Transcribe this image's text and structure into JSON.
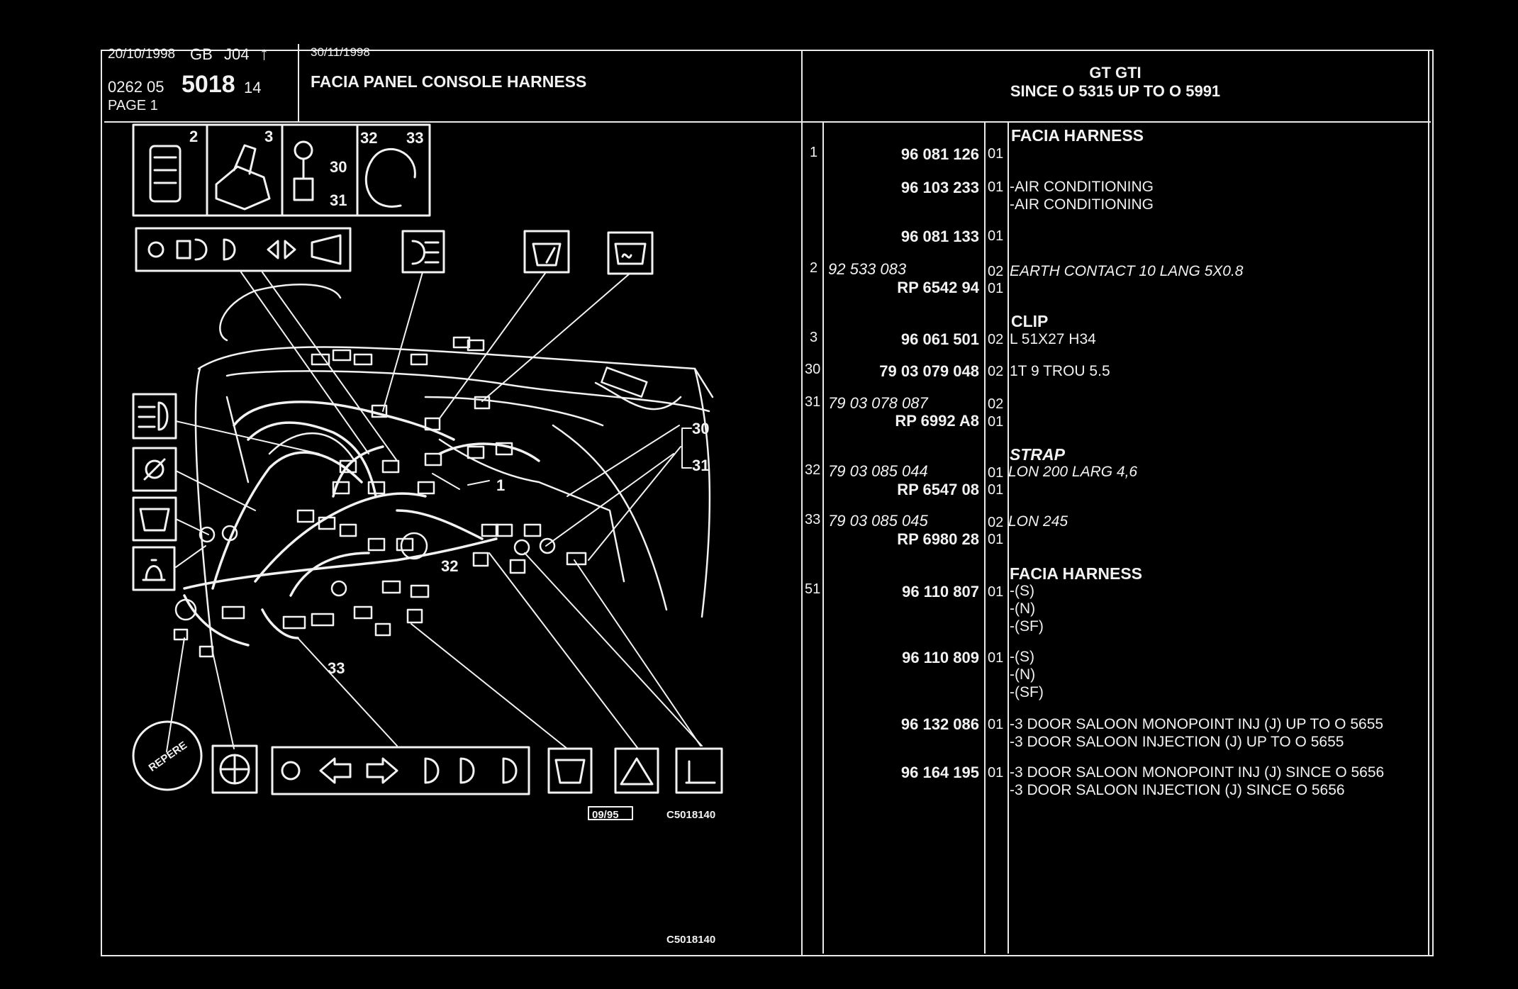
{
  "header": {
    "date1": "20/10/1998",
    "lang": "GB",
    "code": "J04",
    "arrow": "↑",
    "ref_prefix": "0262 05",
    "ref_main": "5018",
    "ref_suffix": "14",
    "page": "PAGE 1",
    "date2": "30/11/1998",
    "title": "FACIA PANEL CONSOLE HARNESS",
    "model": "GT GTI",
    "range": "SINCE O  5315 UP  TO  O  5991"
  },
  "diagram": {
    "callouts": {
      "c2": "2",
      "c3": "3",
      "c32": "32",
      "c33": "33",
      "c30a": "30",
      "c31a": "31",
      "c30b": "30",
      "c31b": "31",
      "c1": "1",
      "c32b": "32",
      "c33b": "33"
    },
    "stamp_date": "09/95",
    "stamp_ref": "C5018140",
    "bottom_ref": "C5018140",
    "badge": "REPERE"
  },
  "parts": {
    "group1_title": "FACIA HARNESS",
    "rows": [
      {
        "idx": "1",
        "pn": "96 081 126",
        "qty": "01",
        "desc": []
      },
      {
        "idx": "",
        "pn": "96 103 233",
        "qty": "01",
        "desc": [
          "-AIR CONDITIONING",
          "-AIR CONDITIONING"
        ]
      },
      {
        "idx": "",
        "pn": "96 081 133",
        "qty": "01",
        "desc": []
      },
      {
        "idx": "2",
        "pn": "92 533 083",
        "qty": "02",
        "desc": [
          "EARTH CONTACT 10 LANG 5X0.8"
        ]
      },
      {
        "idx": "",
        "pn": "RP  6542 94",
        "qty": "01",
        "desc": []
      },
      {
        "idx": "3",
        "pn": "96 061 501",
        "qty": "02",
        "desc": [
          "CLIP",
          "L 51X27 H34"
        ]
      },
      {
        "idx": "30",
        "pn": "79 03 079 048",
        "qty": "02",
        "desc": [
          "1T 9 TROU 5.5"
        ]
      },
      {
        "idx": "31",
        "pn": "79 03 078 087",
        "qty": "02",
        "desc": []
      },
      {
        "idx": "",
        "pn": "RP  6992 A8",
        "qty": "01",
        "desc": []
      },
      {
        "idx": "32",
        "pn": "79 03 085 044",
        "qty": "01",
        "desc": [
          "STRAP",
          "LON 200 LARG 4,6"
        ]
      },
      {
        "idx": "",
        "pn": "RP  6547 08",
        "qty": "01",
        "desc": []
      },
      {
        "idx": "33",
        "pn": "79 03 085 045",
        "qty": "02",
        "desc": [
          "LON 245"
        ]
      },
      {
        "idx": "",
        "pn": "RP  6980 28",
        "qty": "01",
        "desc": []
      }
    ],
    "group2_title": "FACIA HARNESS",
    "rows2": [
      {
        "idx": "51",
        "pn": "96 110 807",
        "qty": "01",
        "desc": [
          "-(S)",
          "-(N)",
          "-(SF)"
        ]
      },
      {
        "idx": "",
        "pn": "96 110 809",
        "qty": "01",
        "desc": [
          "-(S)",
          "-(N)",
          "-(SF)"
        ]
      },
      {
        "idx": "",
        "pn": "96 132 086",
        "qty": "01",
        "desc": [
          "-3 DOOR SALOON MONOPOINT INJ (J) UP TO O 5655",
          "-3 DOOR SALOON INJECTION (J) UP TO O 5655"
        ]
      },
      {
        "idx": "",
        "pn": "96 164 195",
        "qty": "01",
        "desc": [
          "-3 DOOR SALOON MONOPOINT INJ (J) SINCE O 5656",
          "-3 DOOR SALOON INJECTION (J) SINCE O 5656"
        ]
      }
    ]
  }
}
